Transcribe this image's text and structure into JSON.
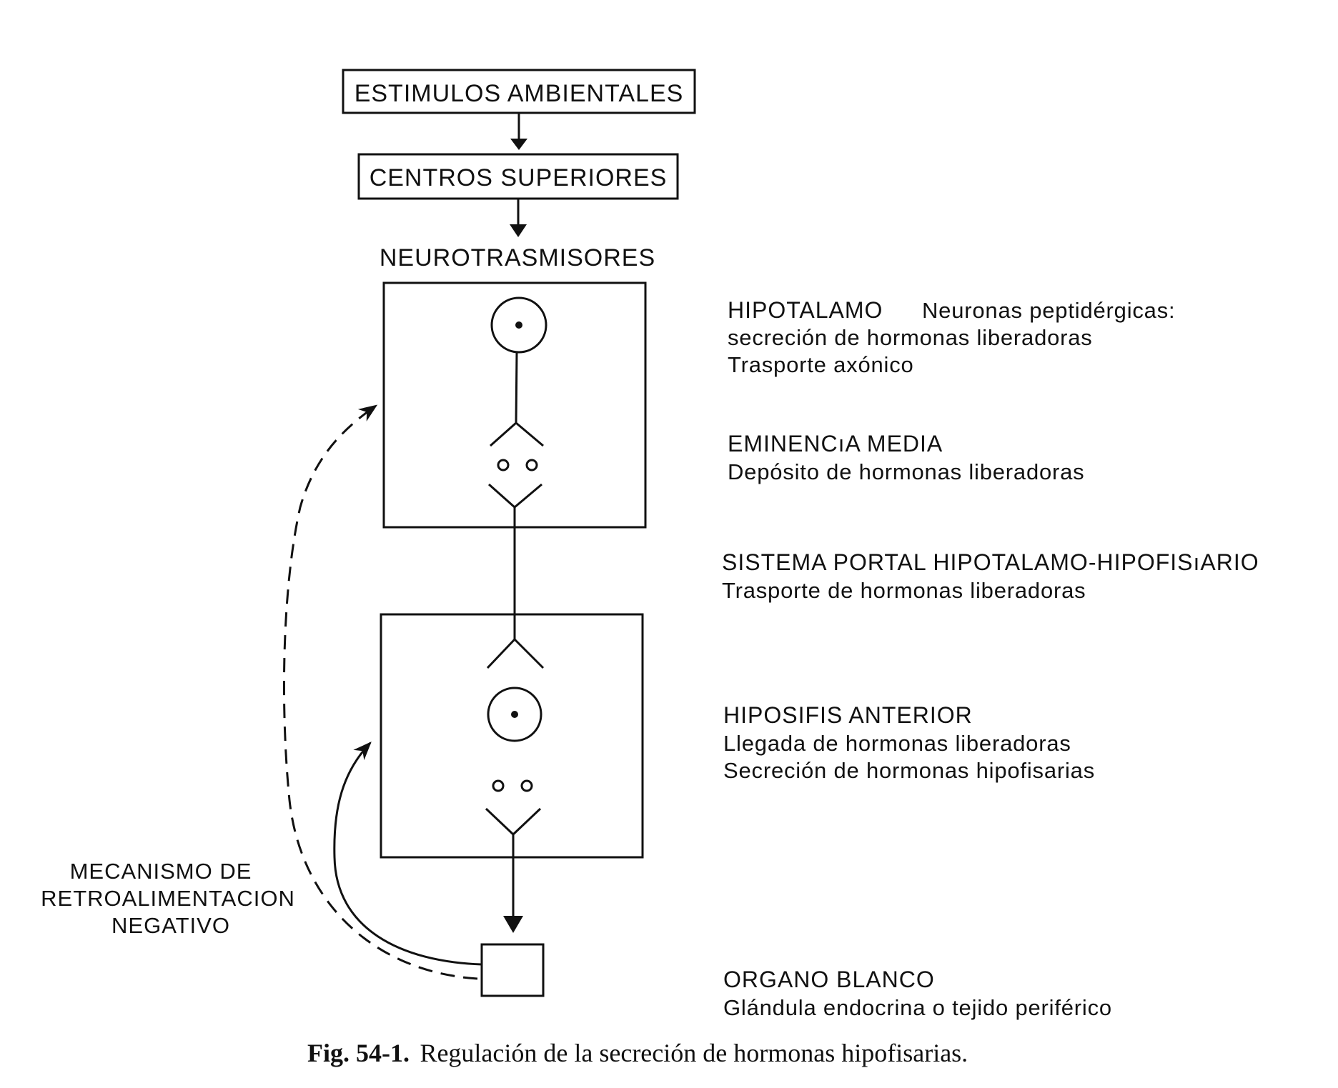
{
  "flow": {
    "estimulos_label": "ESTIMULOS AMBIENTALES",
    "centros_label": "CENTROS SUPERIORES",
    "neurotrasmisores_label": "NEUROTRASMISORES"
  },
  "annotations": {
    "hipotalamo": {
      "title": "HIPOTALAMO",
      "title_suffix": "Neuronas peptidérgicas:",
      "lines": [
        "secreción de hormonas liberadoras",
        "Trasporte axónico"
      ]
    },
    "eminencia": {
      "title": "EMINENCıA MEDIA",
      "lines": [
        "Depósito de hormonas liberadoras"
      ]
    },
    "sistema_portal": {
      "title": "SISTEMA PORTAL HIPOTALAMO-HIPOFISıARIO",
      "lines": [
        "Trasporte de hormonas liberadoras"
      ]
    },
    "hipofisis": {
      "title": "HIPOSIFIS ANTERIOR",
      "lines": [
        "Llegada de hormonas liberadoras",
        "Secreción de hormonas hipofisarias"
      ]
    },
    "organo": {
      "title": "ORGANO BLANCO",
      "lines": [
        "Glándula endocrina o tejido periférico"
      ]
    }
  },
  "feedback": {
    "lines": [
      "MECANISMO DE",
      "RETROALIMENTACION",
      "NEGATIVO"
    ]
  },
  "caption": {
    "label": "Fig. 54-1.",
    "text": "Regulación de la secreción de hormonas hipofisarias."
  },
  "colors": {
    "ink": "#111111",
    "background": "#ffffff"
  }
}
